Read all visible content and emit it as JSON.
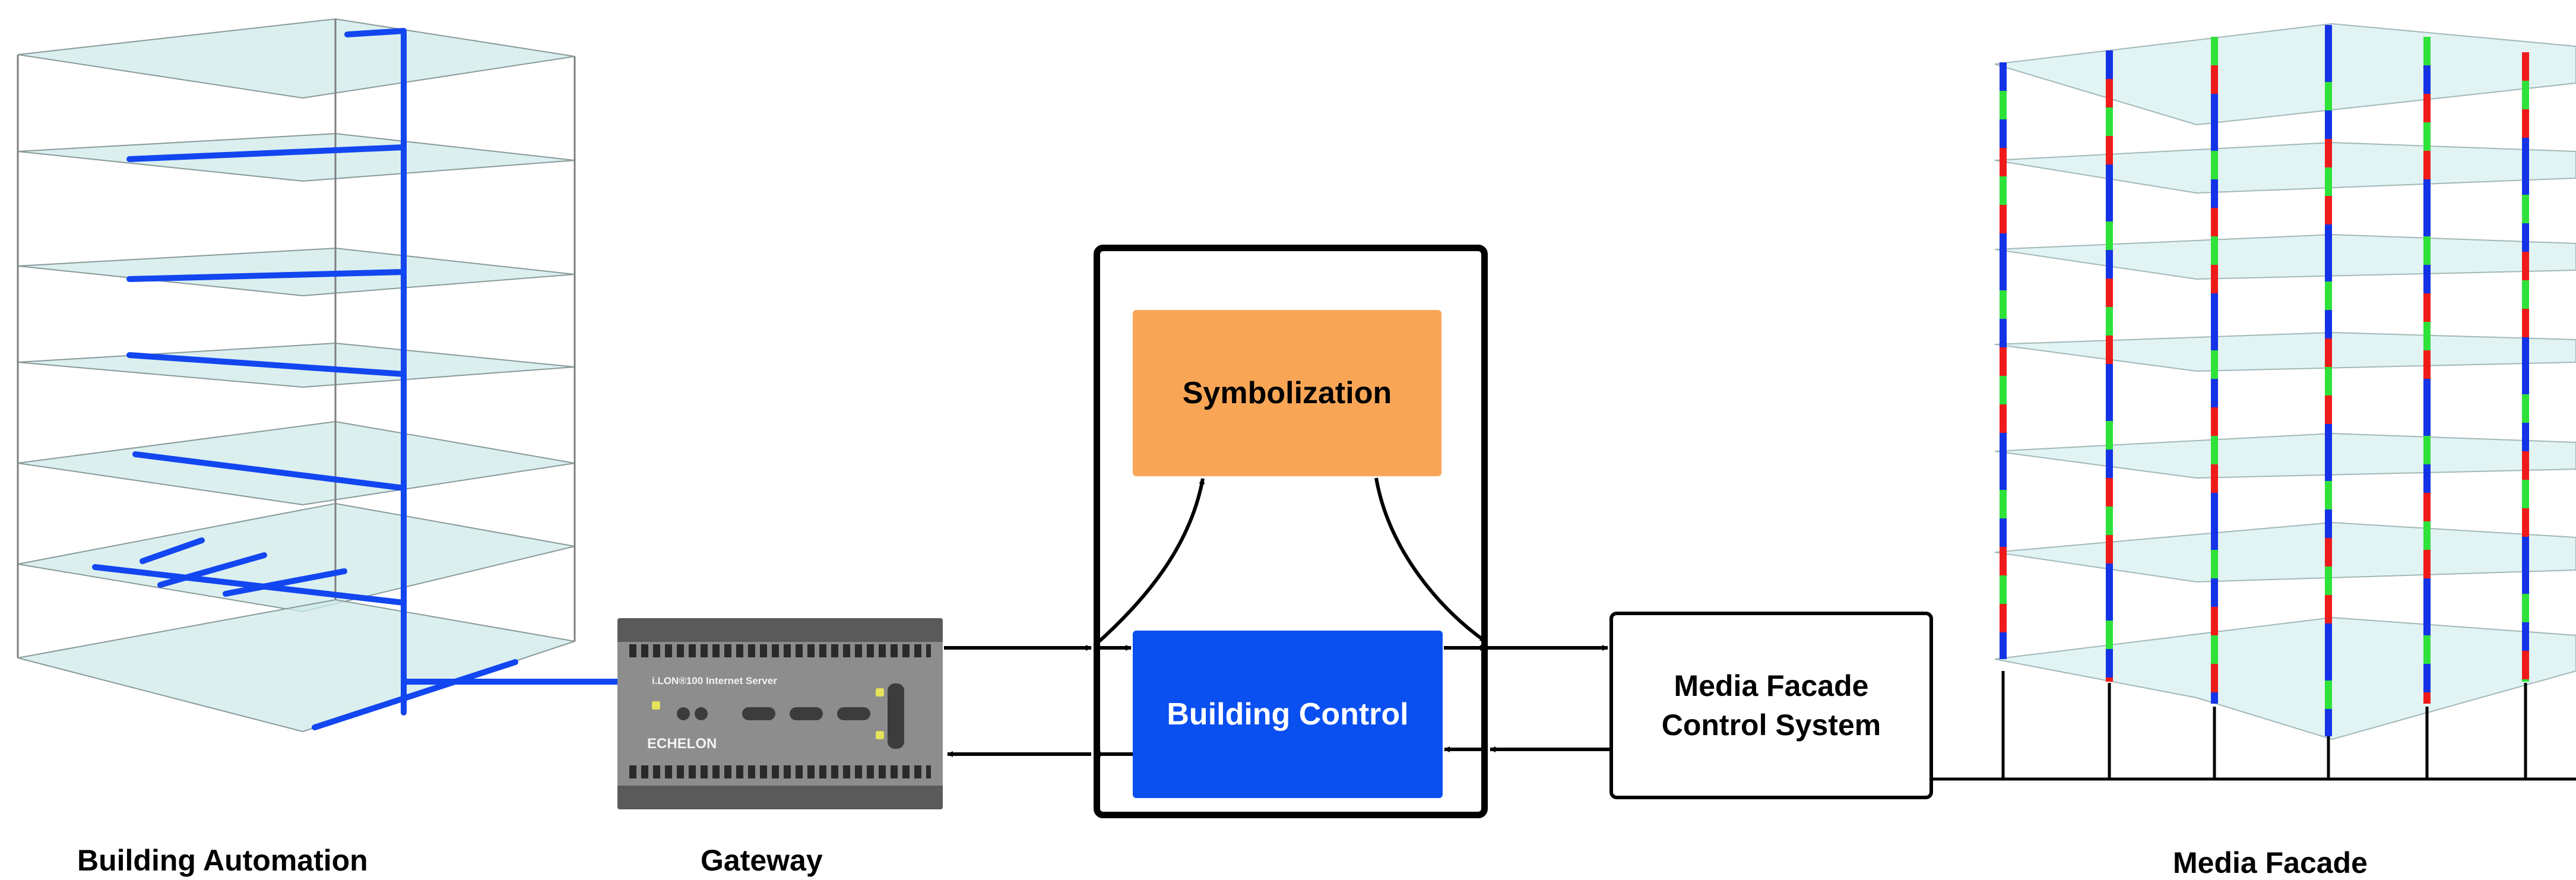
{
  "captions": {
    "building_automation": "Building Automation",
    "gateway": "Gateway",
    "media_facade": "Media Facade"
  },
  "boxes": {
    "symbolization": "Symbolization",
    "building_control": "Building Control",
    "mfcs_line1": "Media Facade",
    "mfcs_line2": "Control System"
  },
  "gateway_device": {
    "model_text": "i.LON®100  Internet Server",
    "brand_text": "ECHELON"
  },
  "colors": {
    "symbolization_fill": "#f8a656",
    "building_control_fill": "#0a4ff0",
    "pipe_blue": "#1246f0",
    "floor_fill": "#cfe9e9",
    "led_red": "#ef1b1b",
    "led_green": "#2fe23a",
    "led_blue": "#1433e6"
  }
}
